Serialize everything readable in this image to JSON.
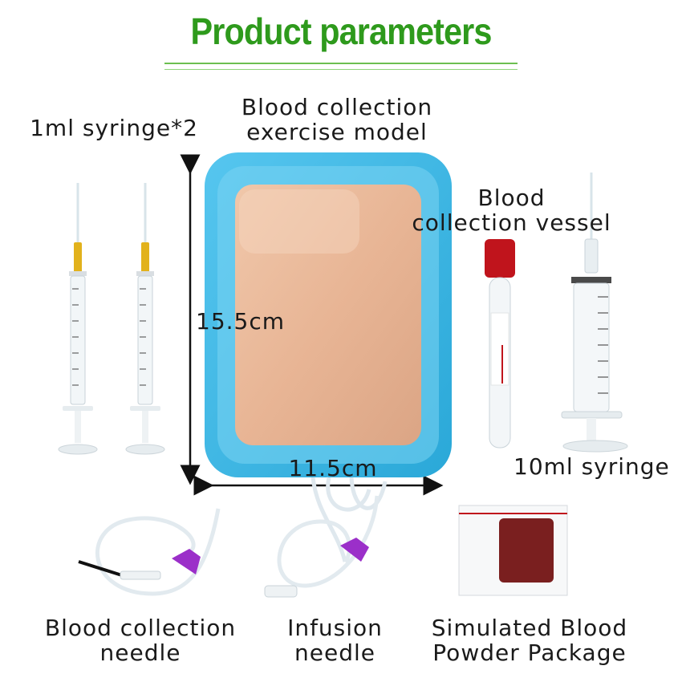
{
  "title": "Product parameters",
  "labels": {
    "syringes_1ml": "1ml syringe*2",
    "model_line1": "Blood collection",
    "model_line2": "exercise model",
    "vessel_line1": "Blood",
    "vessel_line2": "collection vessel",
    "height_dim": "15.5cm",
    "width_dim": "11.5cm",
    "syringe_10ml": "10ml syringe",
    "needle_collection_line1": "Blood collection",
    "needle_collection_line2": "needle",
    "infusion_line1": "Infusion",
    "infusion_line2": "needle",
    "powder_line1": "Simulated Blood",
    "powder_line2": "Powder Package"
  },
  "colors": {
    "title": "#2e9a1c",
    "tray": "#3bb8e6",
    "skin": "#e9b899",
    "cap": "#c0141c",
    "wing": "#9b2fc9",
    "powder": "#7a1f1f"
  }
}
